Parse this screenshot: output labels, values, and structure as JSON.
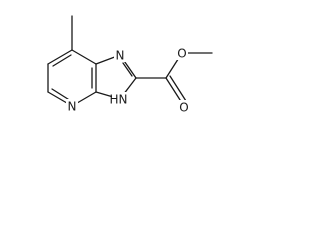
{
  "molecule": {
    "atoms": {
      "n_imine": "N",
      "n_pyridine": "N",
      "nh_imidazole": "H",
      "nh_imidazole_n": "N",
      "o_carbonyl": "O",
      "o_ester": "O"
    }
  },
  "colors": {
    "ink": "#1a1a1a",
    "background": "#ffffff"
  }
}
